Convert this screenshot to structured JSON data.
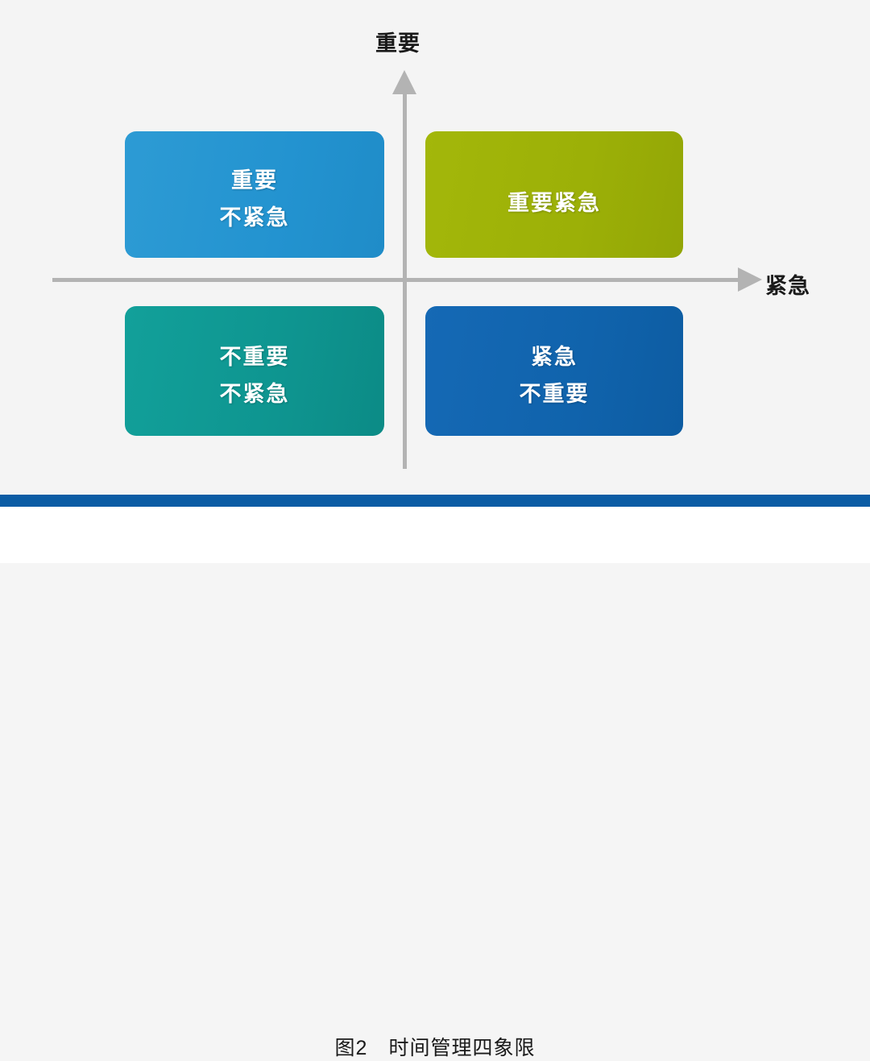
{
  "figure": {
    "background_color": "#f4f4f4",
    "caption": "图2　时间管理四象限"
  },
  "axes": {
    "vertical_label": "重要",
    "horizontal_label": "紧急",
    "line_color": "#b3b3b3",
    "vertical_arrow_icon": "arrow-up-icon",
    "horizontal_arrow_icon": "arrow-right-icon"
  },
  "quadrants": [
    {
      "id": "important-not-urgent",
      "position": "top-left",
      "lines": [
        "重要",
        "不紧急"
      ],
      "color": "#2393d0",
      "shadow_color": "#1b74a5"
    },
    {
      "id": "important-urgent",
      "position": "top-right",
      "lines": [
        "重要紧急"
      ],
      "color": "#9cb007",
      "shadow_color": "#7d8c05"
    },
    {
      "id": "not-important-not-urgent",
      "position": "bottom-left",
      "lines": [
        "不重要",
        "不紧急"
      ],
      "color": "#0e9590",
      "shadow_color": "#0a7571"
    },
    {
      "id": "urgent-not-important",
      "position": "bottom-right",
      "lines": [
        "紧急",
        "不重要"
      ],
      "color": "#1063ac",
      "shadow_color": "#0a4c85"
    }
  ],
  "footer": {
    "divider_color": "#0b5ca4"
  }
}
